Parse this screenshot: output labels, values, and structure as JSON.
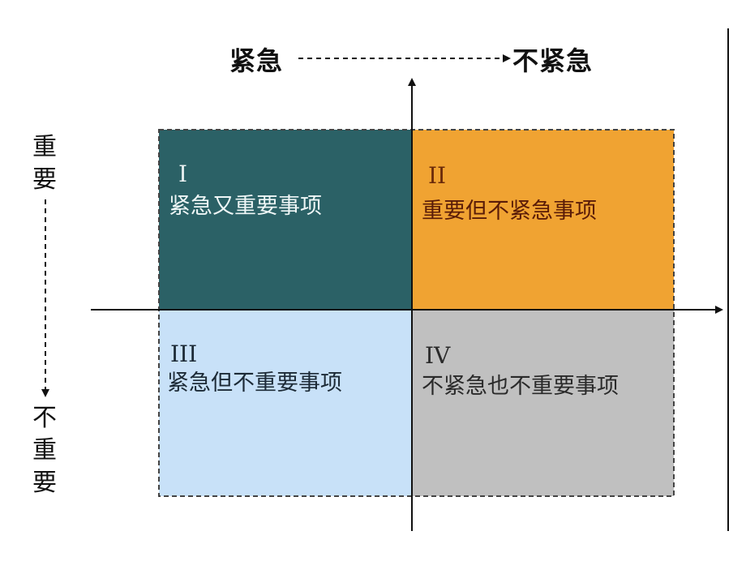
{
  "axis": {
    "top_left": "紧急",
    "top_right": "不紧急",
    "side_top": [
      "重",
      "要"
    ],
    "side_bottom": [
      "不",
      "重",
      "要"
    ]
  },
  "quadrants": [
    {
      "numeral": "I",
      "label": "紧急又重要事项",
      "color": "#2b6166"
    },
    {
      "numeral": "II",
      "label": "重要但不紧急事项",
      "color": "#f0a332"
    },
    {
      "numeral": "III",
      "label": "紧急但不重要事项",
      "color": "#c8e1f8"
    },
    {
      "numeral": "IV",
      "label": "不紧急也不重要事项",
      "color": "#c0c0c0"
    }
  ]
}
